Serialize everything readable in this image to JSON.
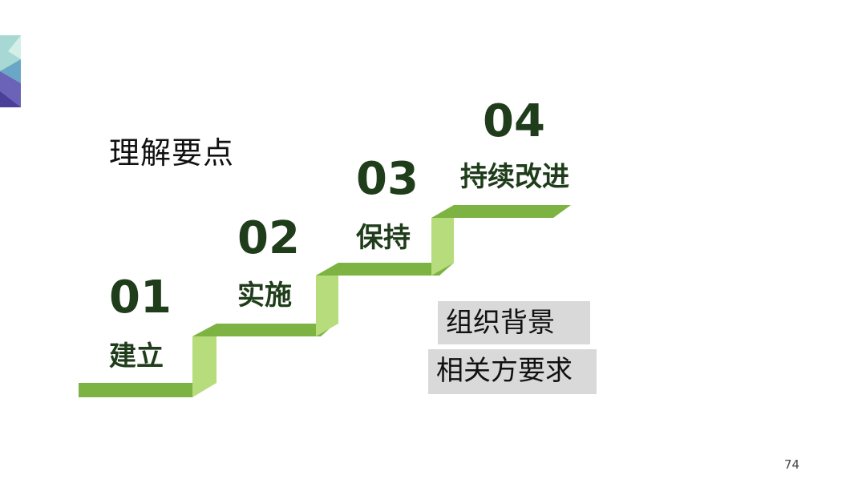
{
  "title": "理解要点",
  "steps": [
    {
      "number": "01",
      "label": "建立"
    },
    {
      "number": "02",
      "label": "实施"
    },
    {
      "number": "03",
      "label": "保持"
    },
    {
      "number": "04",
      "label": "持续改进"
    }
  ],
  "tags": [
    "组织背景",
    "相关方要求"
  ],
  "page_number": "74",
  "colors": {
    "step_green": "#7cb342",
    "step_light": "#b6dc7c",
    "text_dark_green": "#1f3d1a",
    "tag_bg": "#d9d9d9"
  }
}
